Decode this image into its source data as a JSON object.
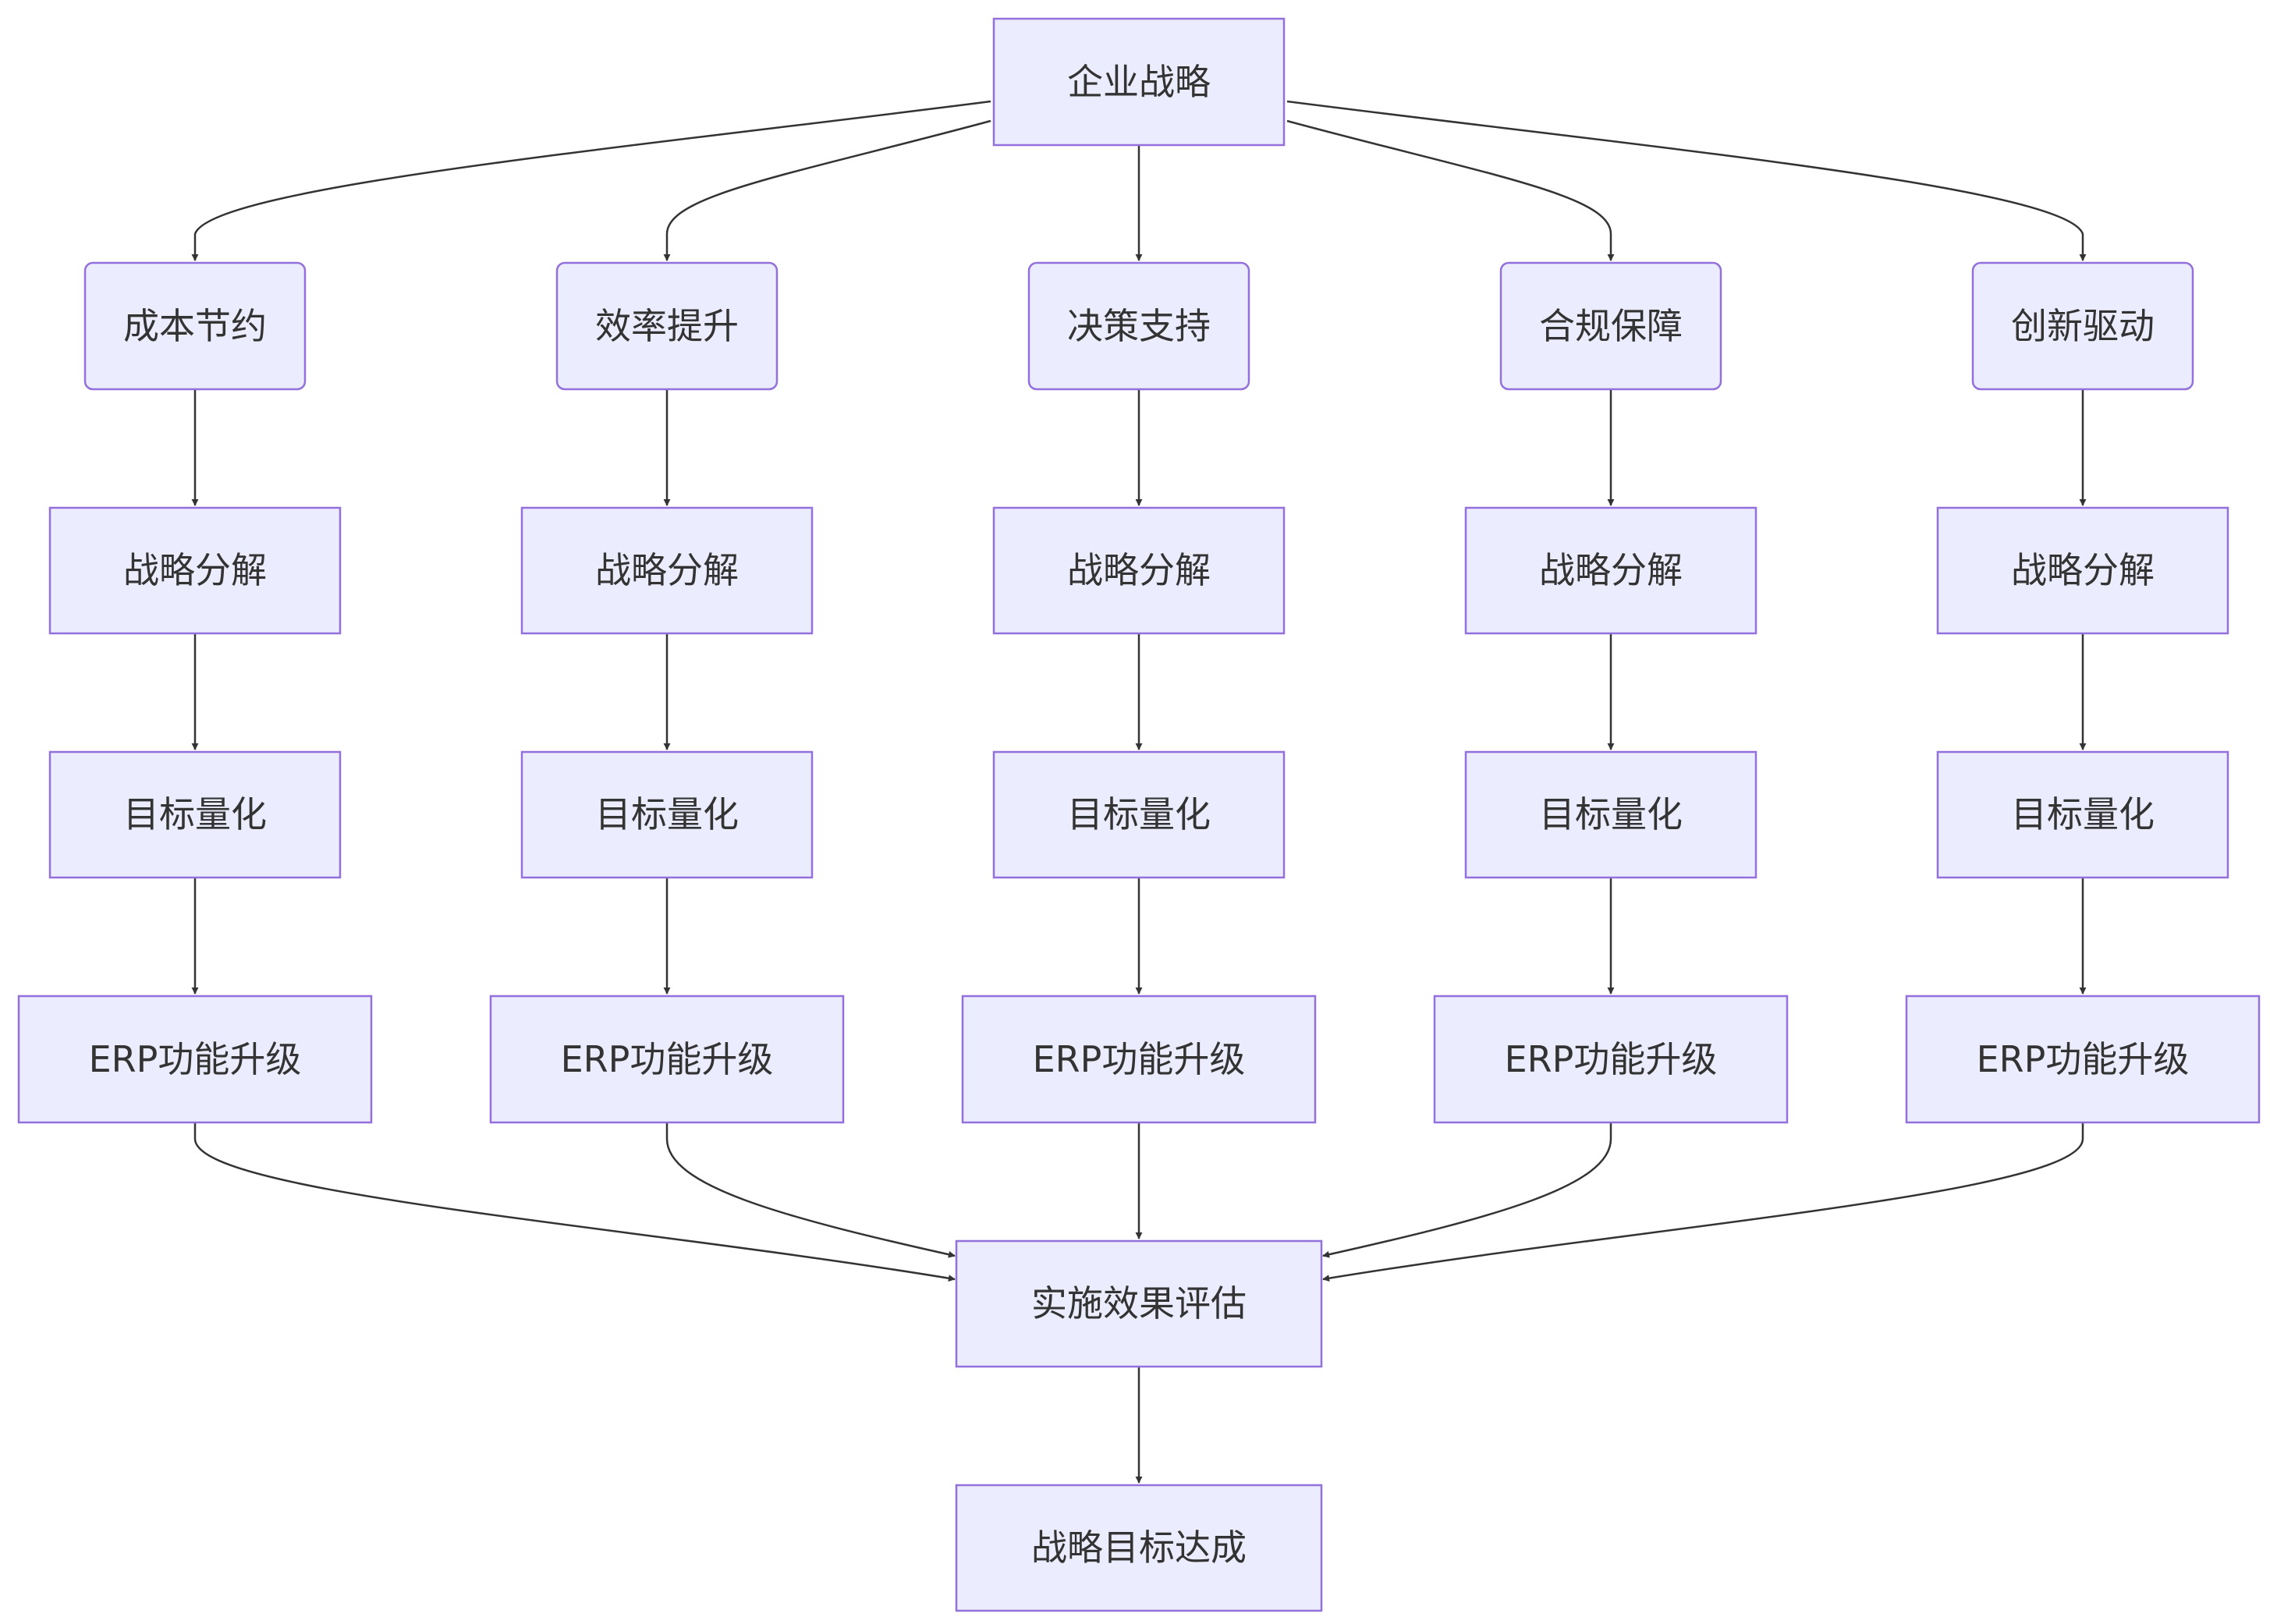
{
  "diagram": {
    "root": {
      "label": "企业战略"
    },
    "branches": [
      {
        "goal": "成本节约",
        "decompose": "战略分解",
        "quantify": "目标量化",
        "upgrade": "ERP功能升级"
      },
      {
        "goal": "效率提升",
        "decompose": "战略分解",
        "quantify": "目标量化",
        "upgrade": "ERP功能升级"
      },
      {
        "goal": "决策支持",
        "decompose": "战略分解",
        "quantify": "目标量化",
        "upgrade": "ERP功能升级"
      },
      {
        "goal": "合规保障",
        "decompose": "战略分解",
        "quantify": "目标量化",
        "upgrade": "ERP功能升级"
      },
      {
        "goal": "创新驱动",
        "decompose": "战略分解",
        "quantify": "目标量化",
        "upgrade": "ERP功能升级"
      }
    ],
    "evaluation": {
      "label": "实施效果评估"
    },
    "result": {
      "label": "战略目标达成"
    }
  },
  "colors": {
    "node_fill": "#ECECFF",
    "node_border": "#9370DB",
    "edge": "#333333",
    "text": "#333333"
  }
}
